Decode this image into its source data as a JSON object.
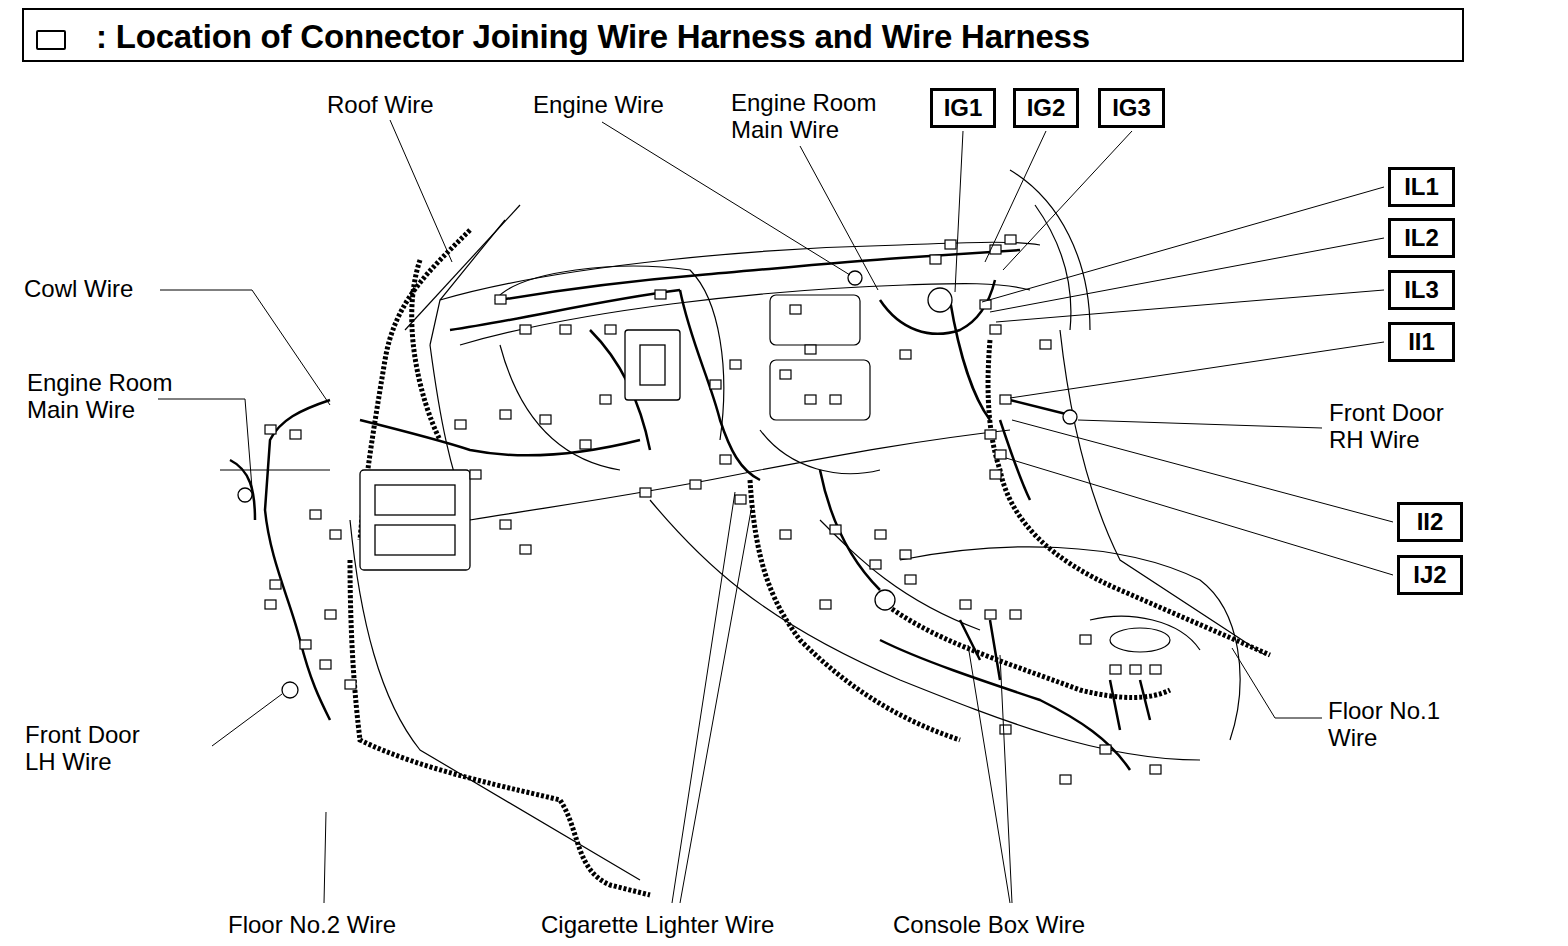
{
  "diagram": {
    "title": ": Location of Connector Joining Wire Harness and Wire Harness",
    "nodes": [
      {
        "text": [
          "IG1"
        ]
      },
      {
        "text": [
          "IG2"
        ]
      },
      {
        "text": [
          "IG3"
        ]
      },
      {
        "text": [
          "IL1"
        ]
      },
      {
        "text": [
          "IL2"
        ]
      },
      {
        "text": [
          "IL3"
        ]
      },
      {
        "text": [
          "II1"
        ]
      },
      {
        "text": [
          "II2"
        ]
      },
      {
        "text": [
          "IJ2"
        ]
      }
    ],
    "edges": [],
    "labels": [
      "Roof Wire",
      "Engine Wire",
      "Engine Room Main Wire",
      "Cowl Wire",
      "Engine Room Main Wire",
      "Front Door RH Wire",
      "Floor No.1 Wire",
      "Front Door LH Wire",
      "Floor No.2 Wire",
      "Cigarette Lighter Wire",
      "Console Box Wire"
    ]
  }
}
